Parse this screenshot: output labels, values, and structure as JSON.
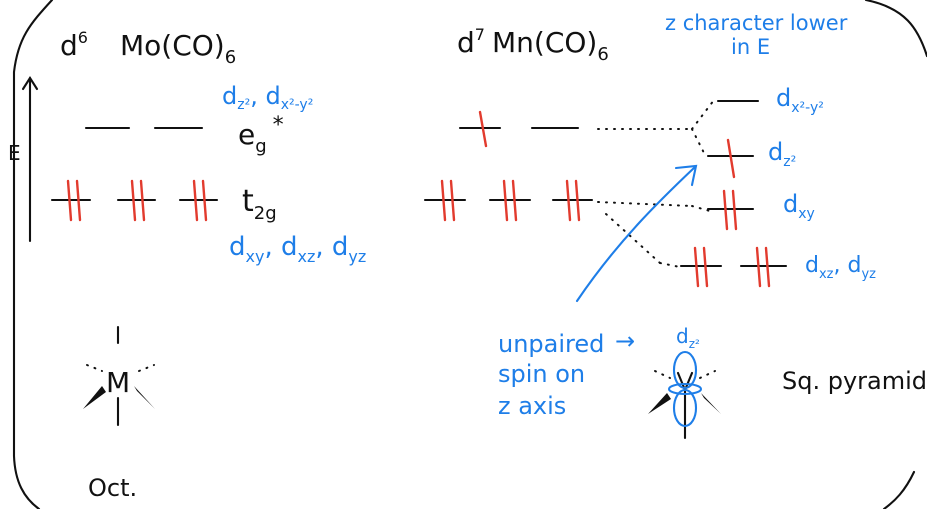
{
  "left": {
    "config_d": "d",
    "config_sup": "6",
    "formula_main": "Mo(CO)",
    "formula_sub": "6",
    "energy_label": "E",
    "eg_label_main": "e",
    "eg_label_sub": "g",
    "eg_star": "*",
    "t2g_label_main": "t",
    "t2g_label_sub": "2g",
    "eg_orbitals_text": "d",
    "eg_orbitals_text_1": "z²",
    "eg_orbitals_text_2": ", d",
    "eg_orbitals_text_3": "x²-y²",
    "t2g_orbitals_text_1": "d",
    "t2g_orbitals_sub_1": "xy",
    "t2g_orbitals_sep_1": ", d",
    "t2g_orbitals_sub_2": "xz",
    "t2g_orbitals_sep_2": ", d",
    "t2g_orbitals_sub_3": "yz",
    "metal_label": "M",
    "octahedral_label": "Oct."
  },
  "right": {
    "config_d": "d",
    "config_sup": "7",
    "formula_main": "Mn(CO)",
    "formula_sub": "6",
    "note_line1": "z character lower",
    "note_line2": "in E",
    "dx2y2_label_main": "d",
    "dx2y2_label_sub": "x²-y²",
    "dz2_label_main": "d",
    "dz2_label_sub": "z²",
    "dxy_label_main": "d",
    "dxy_label_sub": "xy",
    "dxz_label_main": "d",
    "dxz_label_sub": "xz",
    "dyz_sep": ", d",
    "dyz_label_sub": "yz",
    "unpaired_line1": "unpaired",
    "unpaired_line2": "spin on",
    "unpaired_line3": "z axis",
    "arrow_symbol": "→",
    "dz2_orbital_main": "d",
    "dz2_orbital_sub": "z²",
    "geometry_label": "Sq. pyramidal"
  }
}
